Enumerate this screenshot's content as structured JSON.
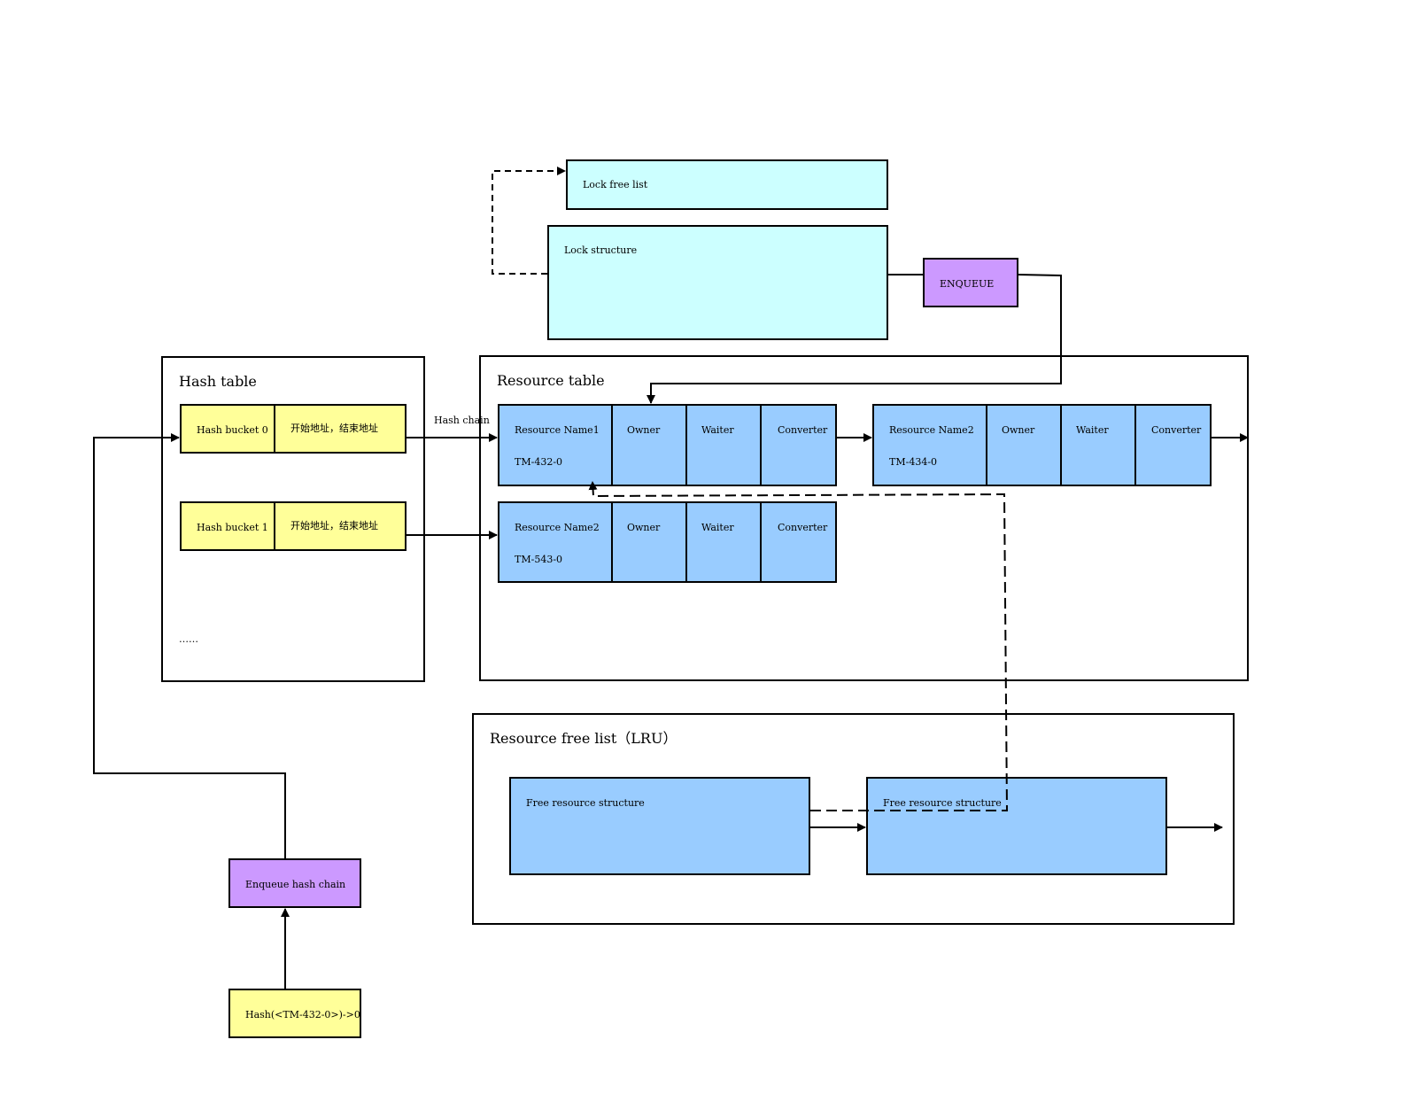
{
  "lock_free_list": "Lock free list",
  "lock_structure": "Lock structure",
  "enqueue": "ENQUEUE",
  "hash_table": {
    "title": "Hash table",
    "buckets": [
      {
        "name": "Hash bucket 0",
        "range": "开始地址，结束地址"
      },
      {
        "name": "Hash bucket 1",
        "range": "开始地址，结束地址"
      }
    ],
    "ellipsis": "……"
  },
  "hash_chain_label": "Hash chain",
  "resource_table": {
    "title": "Resource table",
    "resources": [
      {
        "name": "Resource Name1",
        "id": "TM-432-0",
        "owner": "Owner",
        "waiter": "Waiter",
        "converter": "Converter"
      },
      {
        "name": "Resource Name2",
        "id": "TM-434-0",
        "owner": "Owner",
        "waiter": "Waiter",
        "converter": "Converter"
      },
      {
        "name": "Resource Name2",
        "id": "TM-543-0",
        "owner": "Owner",
        "waiter": "Waiter",
        "converter": "Converter"
      }
    ]
  },
  "free_list": {
    "title": "Resource free list（LRU）",
    "items": [
      "Free resource structure",
      "Free resource structure"
    ]
  },
  "enqueue_hash_chain": "Enqueue hash chain",
  "hash_function": "Hash(<TM-432-0>)->0",
  "colors": {
    "yellow": "#ffff99",
    "blue": "#99ccff",
    "cyan": "#ccffff",
    "purple": "#cc99ff"
  }
}
